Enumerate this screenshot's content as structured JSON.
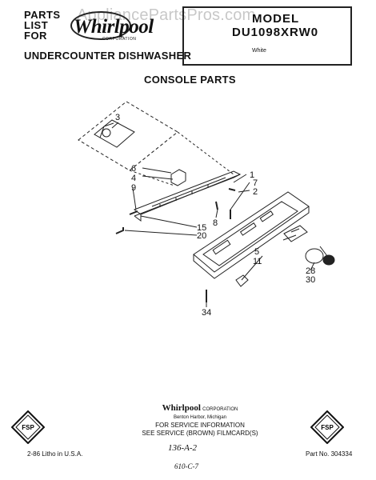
{
  "header": {
    "parts_list_lines": [
      "PARTS",
      "LIST",
      "FOR"
    ],
    "brand": "Whirlpool",
    "brand_sub": "CORPORATION",
    "watermark": "AppliancePartsPros.com",
    "model_label": "MODEL",
    "model_number": "DU1098XRW0",
    "model_color": "White",
    "product_type": "UNDERCOUNTER DISHWASHER"
  },
  "section_title": "CONSOLE PARTS",
  "callouts": [
    "3",
    "6",
    "4",
    "9",
    "1",
    "7",
    "2",
    "8",
    "15",
    "20",
    "5",
    "11",
    "28",
    "30",
    "34"
  ],
  "footer": {
    "badge": "FSP",
    "corp_name": "Whirlpool",
    "corp_suffix": "CORPORATION",
    "city": "Benton Harbor, Michigan",
    "service_line1": "FOR SERVICE INFORMATION",
    "service_line2": "SEE SERVICE (BROWN) FILMCARD(S)",
    "handwritten_1": "136-A-2",
    "handwritten_2": "610-C-7",
    "litho": "2-86 Litho in U.S.A.",
    "part_no": "Part No. 304334"
  }
}
